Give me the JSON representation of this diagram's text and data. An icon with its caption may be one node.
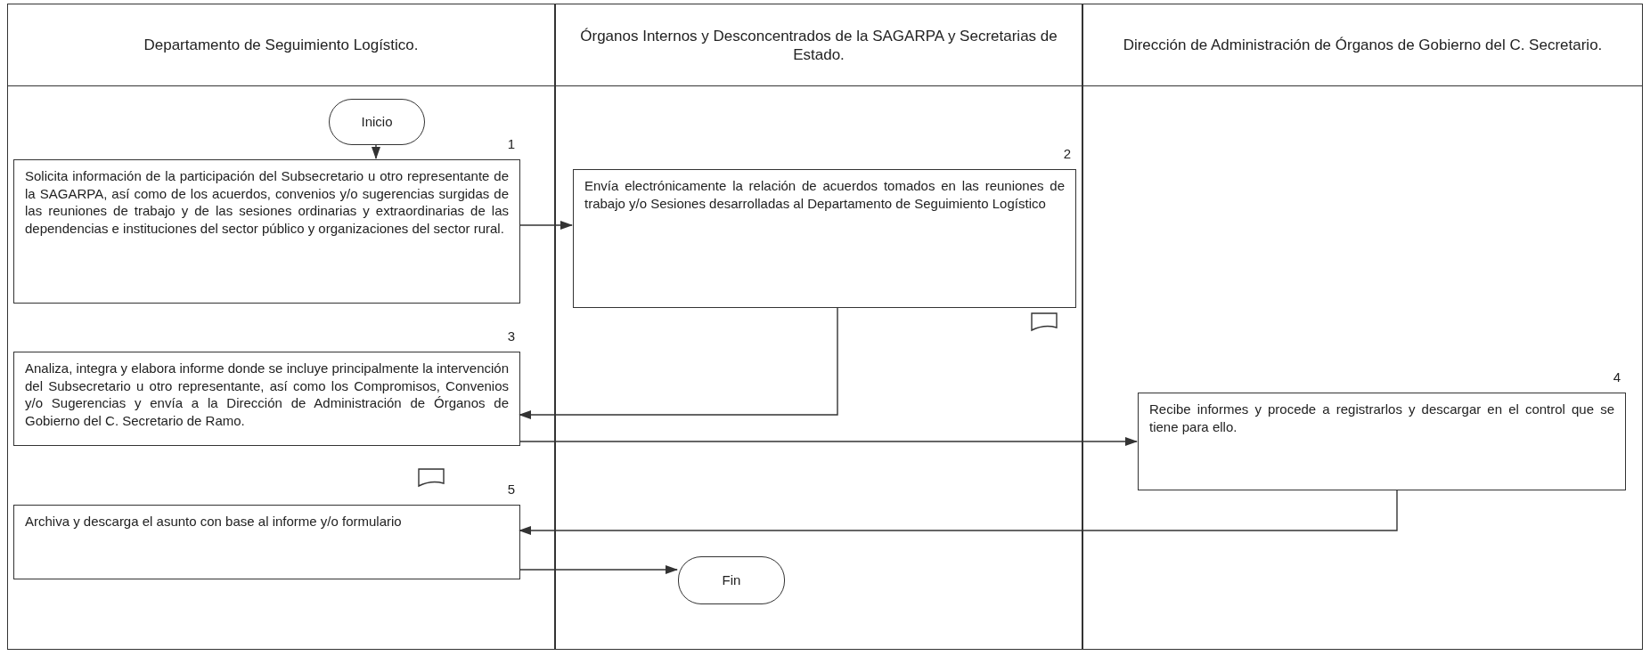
{
  "diagram": {
    "nodes": [
      {
        "text": [
          "Departamento de Seguimiento Logístico."
        ]
      },
      {
        "text": [
          "Órganos Internos y Desconcentrados de la SAGARPA y Secretarias de Estado."
        ]
      },
      {
        "text": [
          "Dirección de Administración de Órganos de Gobierno del C. Secretario."
        ]
      },
      {
        "text": [
          "Inicio"
        ],
        "in": 0
      },
      {
        "text": [
          "Solicita información de la participación del Subsecretario u otro representante de la SAGARPA,  así como de los acuerdos, convenios y/o sugerencias  surgidas de las reuniones de trabajo y de las sesiones ordinarias y extraordinarias de las dependencias e instituciones del sector público y organizaciones del sector rural."
        ],
        "beside": [
          "1"
        ],
        "in": 0
      },
      {
        "text": [
          "Envía electrónicamente la relación de  acuerdos tomados en las reuniones de trabajo y/o Sesiones desarrolladas al Departamento de Seguimiento Logístico"
        ],
        "beside": [
          "2"
        ],
        "in": 1
      },
      {
        "text": [
          "Analiza, integra y elabora informe donde se incluye principalmente la intervención del Subsecretario u otro representante, así como los Compromisos, Convenios y/o Sugerencias y envía a la Dirección de Administración de Órganos de Gobierno del C. Secretario de Ramo."
        ],
        "beside": [
          "3"
        ],
        "in": 0
      },
      {
        "text": [
          "Recibe informes y procede a registrarlos y descargar en el control que se tiene para ello."
        ],
        "beside": [
          "4"
        ],
        "in": 2
      },
      {
        "text": [
          "Archiva y descarga el asunto con base al informe y/o formulario"
        ],
        "beside": [
          "5"
        ],
        "in": 0
      },
      {
        "text": [
          "Fin"
        ],
        "in": 1
      }
    ],
    "edges": [
      {
        "from": 3,
        "to": 4,
        "arrow": "to"
      },
      {
        "from": 4,
        "to": 5,
        "arrow": "to"
      },
      {
        "from": 5,
        "to": 6,
        "arrow": "to"
      },
      {
        "from": 6,
        "to": 7,
        "arrow": "to"
      },
      {
        "from": 7,
        "to": 8,
        "arrow": "to"
      },
      {
        "from": 8,
        "to": 9,
        "arrow": "to"
      }
    ]
  }
}
